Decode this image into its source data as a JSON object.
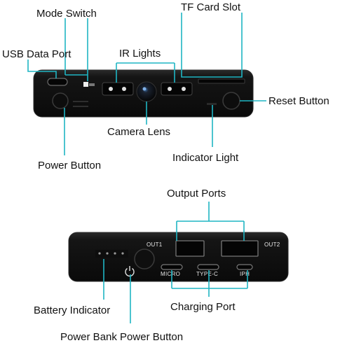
{
  "labels": {
    "mode_switch": "Mode Switch",
    "tf_card_slot": "TF Card Slot",
    "usb_data_port": "USB Data Port",
    "ir_lights": "IR Lights",
    "reset_button": "Reset Button",
    "camera_lens": "Camera Lens",
    "indicator_light": "Indicator Light",
    "power_button": "Power Button",
    "output_ports": "Output Ports",
    "battery_indicator": "Battery Indicator",
    "charging_port": "Charging Port",
    "power_bank_power_button": "Power Bank Power Button"
  },
  "port_labels": {
    "out1": "OUT1",
    "out2": "OUT2",
    "micro": "MICRO",
    "type_c": "TYPE-C",
    "iph": "IPH"
  },
  "colors": {
    "leader": "#1fb5c3",
    "device_body": "#111111",
    "background": "#ffffff"
  }
}
